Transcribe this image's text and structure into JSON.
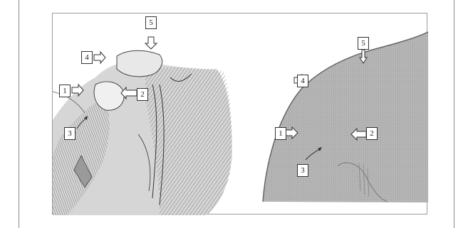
{
  "figure": {
    "left_panel": {
      "callouts": [
        {
          "id": "1",
          "text": "1",
          "arrow": "right"
        },
        {
          "id": "2",
          "text": "2",
          "arrow": "left"
        },
        {
          "id": "3",
          "text": "3",
          "arrow": "up"
        },
        {
          "id": "4",
          "text": "4",
          "arrow": "right"
        },
        {
          "id": "5",
          "text": "5",
          "arrow": "down"
        }
      ]
    },
    "right_panel": {
      "callouts": [
        {
          "id": "1",
          "text": "1",
          "arrow": "right"
        },
        {
          "id": "2",
          "text": "2",
          "arrow": "left"
        },
        {
          "id": "3",
          "text": "3",
          "arrow": "up"
        },
        {
          "id": "4",
          "text": "4",
          "arrow": "right"
        },
        {
          "id": "5",
          "text": "5",
          "arrow": "down"
        }
      ]
    }
  }
}
